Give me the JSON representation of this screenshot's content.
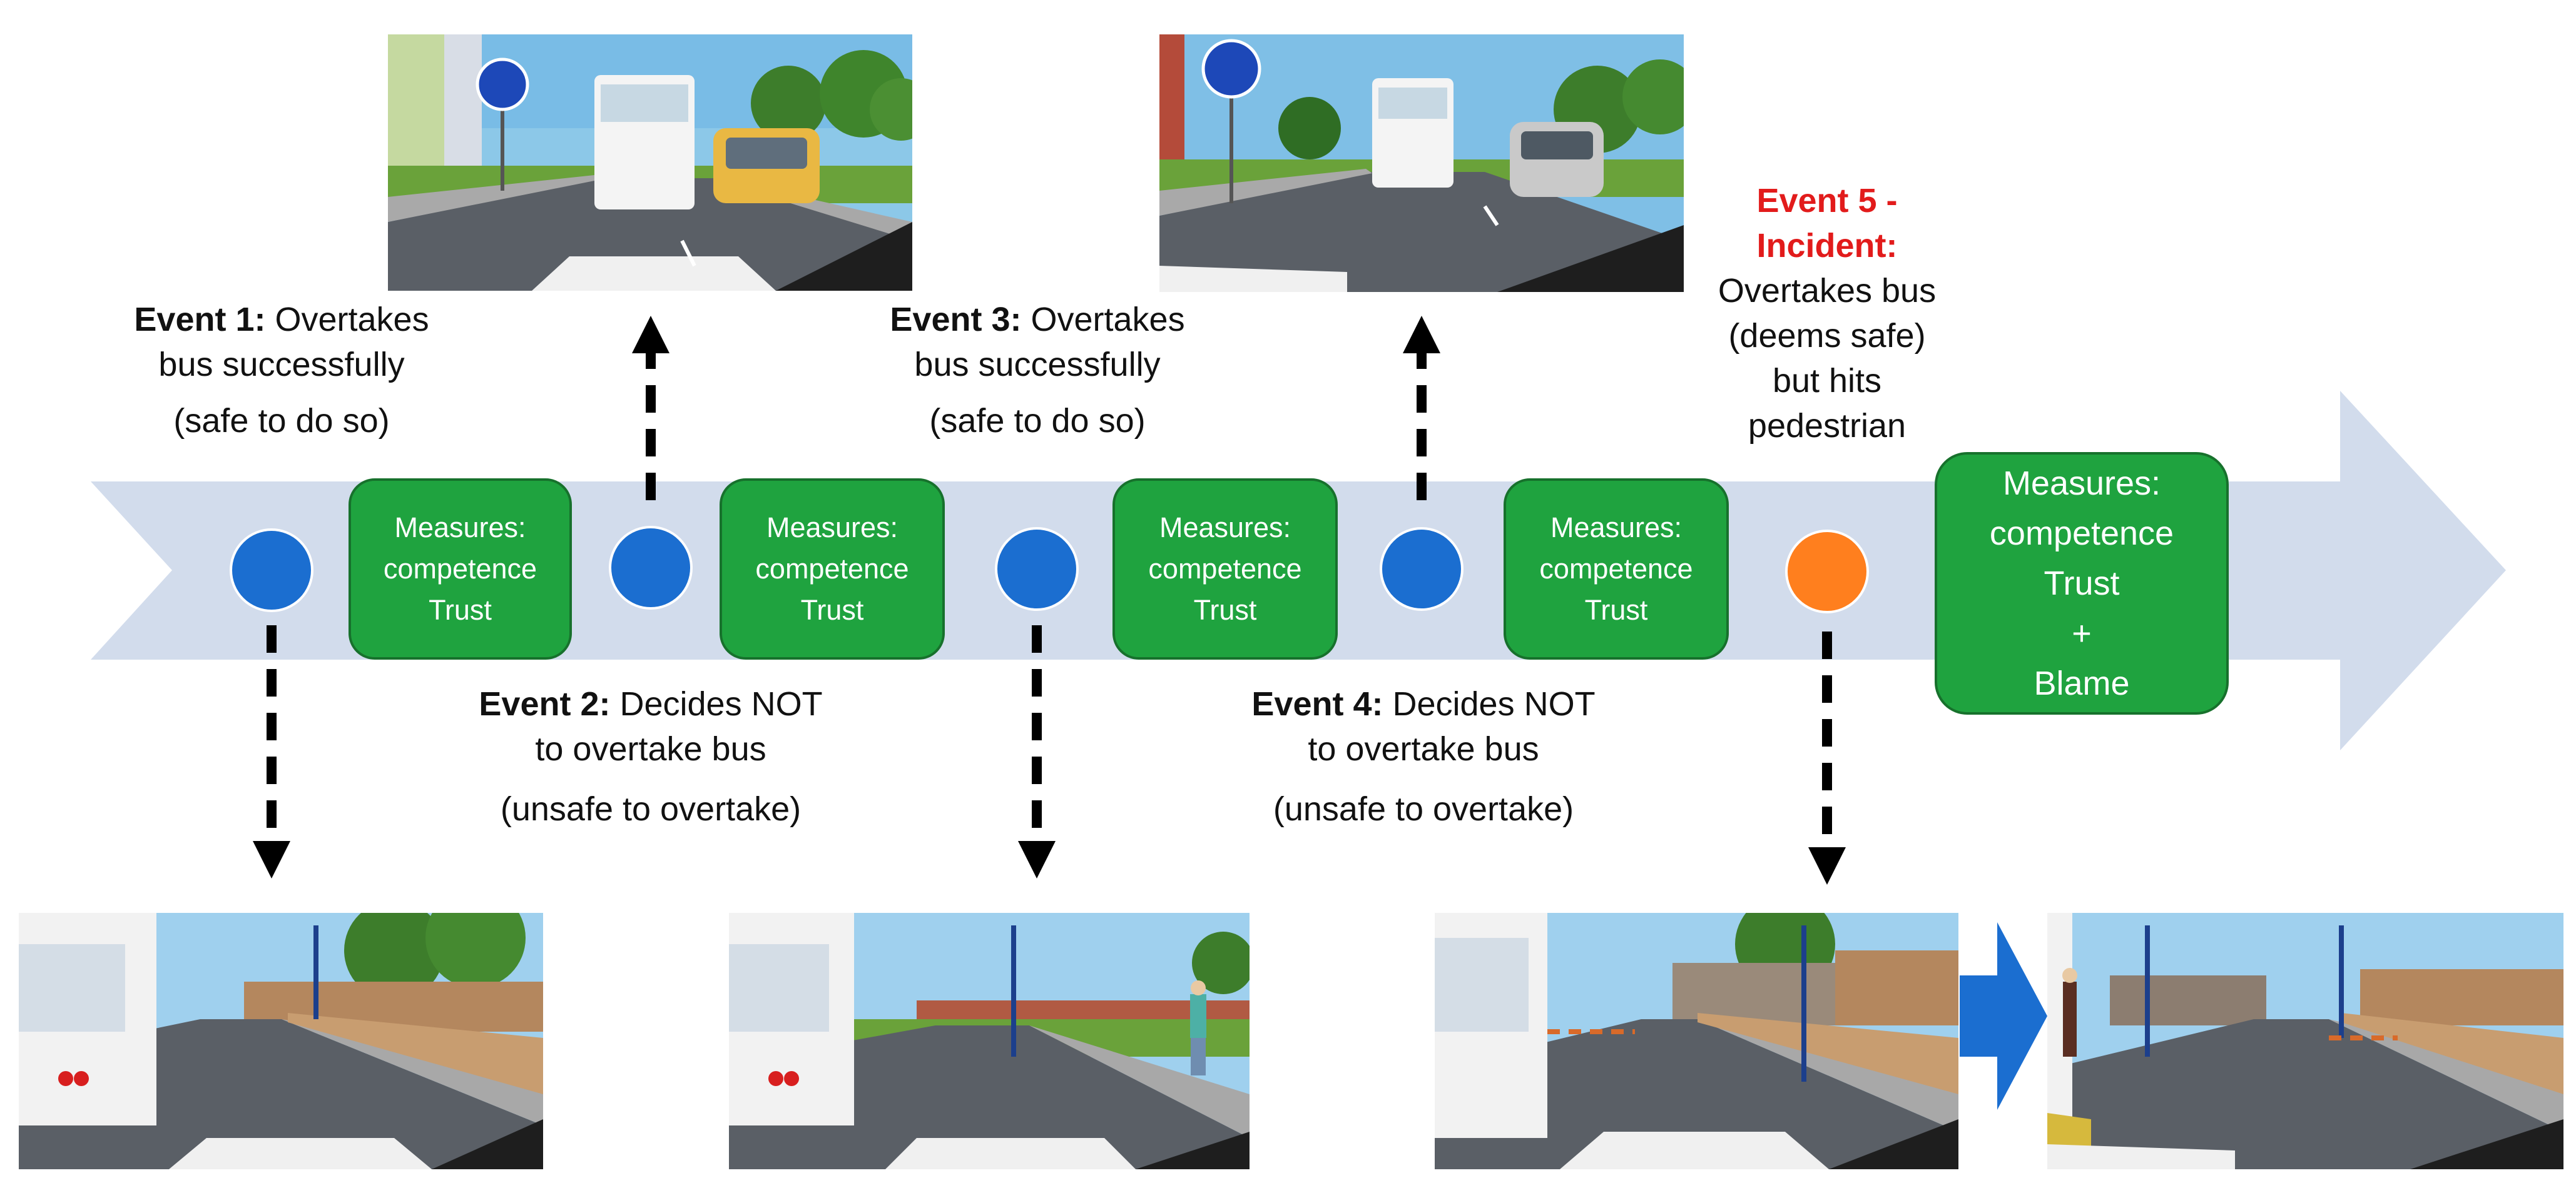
{
  "events": [
    {
      "id": 1,
      "title": "Event 1:",
      "desc1": "Overtakes",
      "desc2": "bus successfully",
      "note": "(safe to do so)"
    },
    {
      "id": 2,
      "title": "Event 2:",
      "desc1": "Decides NOT",
      "desc2": "to overtake bus",
      "note": "(unsafe to overtake)"
    },
    {
      "id": 3,
      "title": "Event 3:",
      "desc1": "Overtakes",
      "desc2": "bus successfully",
      "note": "(safe to do so)"
    },
    {
      "id": 4,
      "title": "Event 4:",
      "desc1": "Decides NOT",
      "desc2": "to overtake bus",
      "note": "(unsafe to overtake)"
    },
    {
      "id": 5,
      "title_line1": "Event 5 -",
      "title_line2": "Incident:",
      "desc": [
        "Overtakes bus",
        "(deems safe)",
        "but hits",
        "pedestrian"
      ]
    }
  ],
  "measures": [
    {
      "lines": [
        "Measures:",
        "competence",
        "Trust"
      ]
    },
    {
      "lines": [
        "Measures:",
        "competence",
        "Trust"
      ]
    },
    {
      "lines": [
        "Measures:",
        "competence",
        "Trust"
      ]
    },
    {
      "lines": [
        "Measures:",
        "competence",
        "Trust"
      ]
    },
    {
      "lines": [
        "Measures:",
        "competence",
        "Trust",
        "+",
        "Blame"
      ]
    }
  ],
  "colors": {
    "timeline": "#d2dcec",
    "node": "#1b6ed0",
    "incident_node": "#ff7f1e",
    "measure_fill": "#1fa33f",
    "measure_border": "#17712c",
    "incident_text": "#e21b1b",
    "transition_arrow": "#1b6ed0"
  }
}
